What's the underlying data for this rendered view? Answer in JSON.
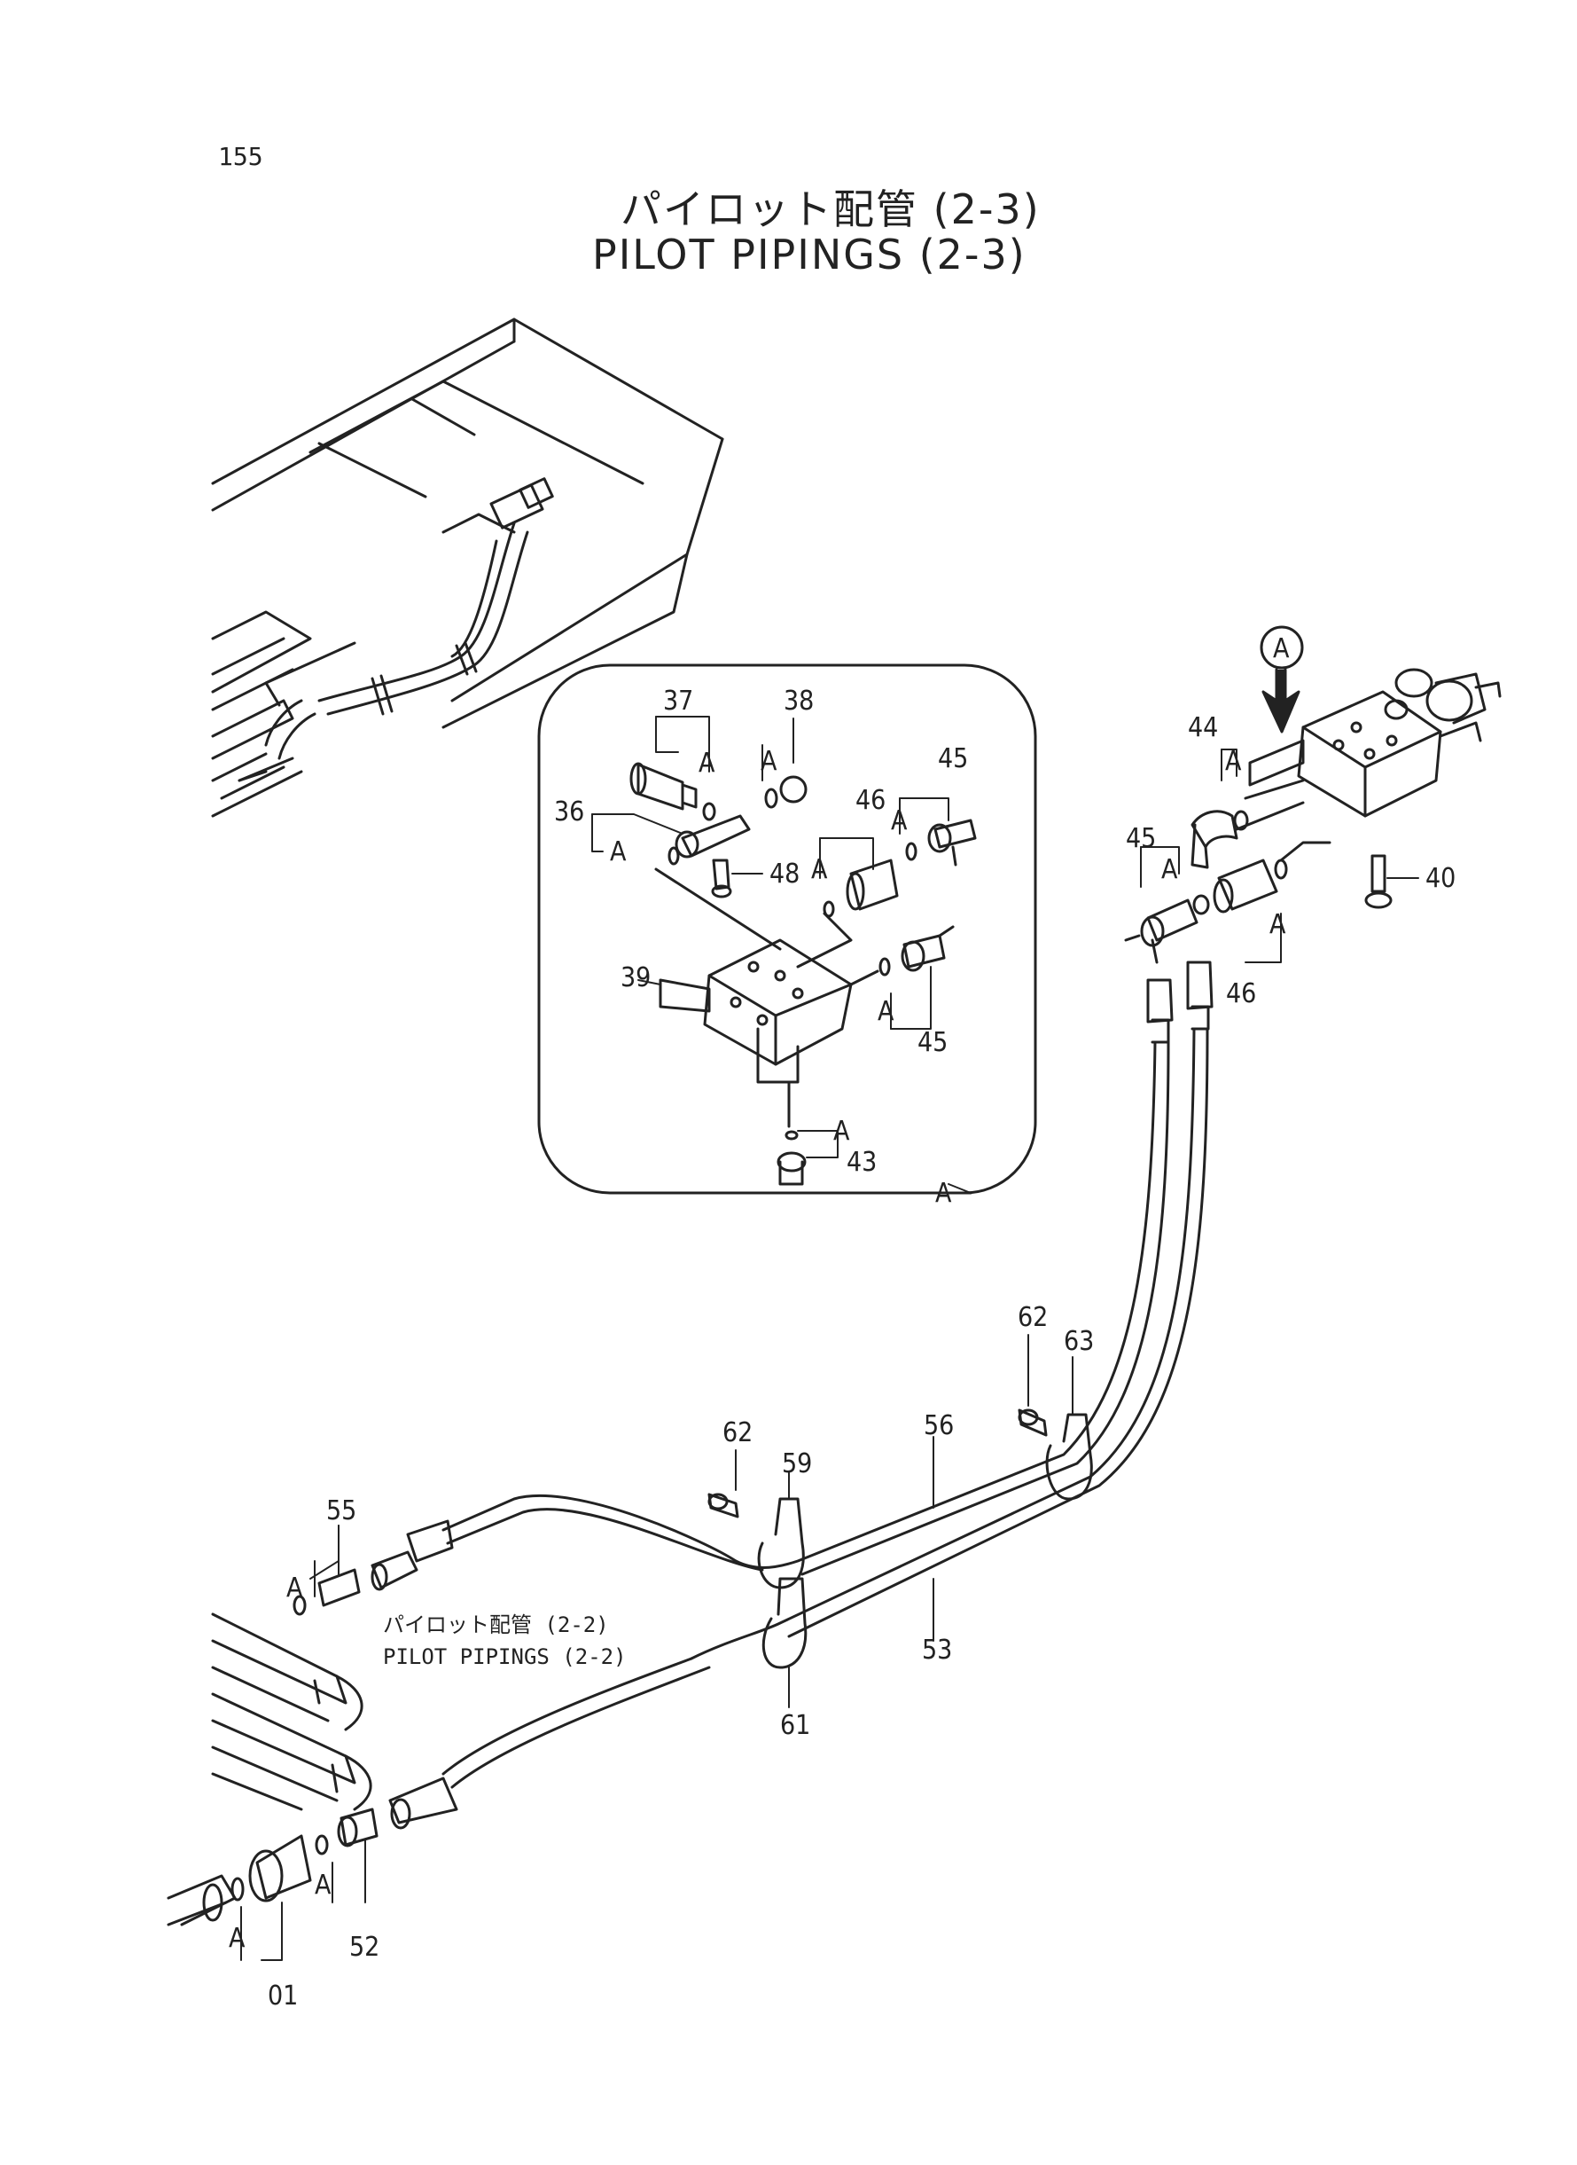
{
  "page_number": "155",
  "title": {
    "japanese": "パイロット配管 (2-3)",
    "english": "PILOT PIPINGS (2-3)"
  },
  "reference": {
    "japanese": "パイロット配管 (2-2)",
    "english": "PILOT PIPINGS (2-2)"
  },
  "detail_marker": "A",
  "part_labels": [
    "37",
    "38",
    "36",
    "48",
    "46",
    "45",
    "39",
    "45",
    "43",
    "44",
    "45",
    "40",
    "46",
    "62",
    "63",
    "62",
    "59",
    "56",
    "55",
    "53",
    "61",
    "52",
    "01"
  ],
  "a_labels": [
    "A",
    "A",
    "A",
    "A",
    "A",
    "A",
    "A",
    "A",
    "A",
    "A",
    "A",
    "A",
    "A",
    "A"
  ]
}
